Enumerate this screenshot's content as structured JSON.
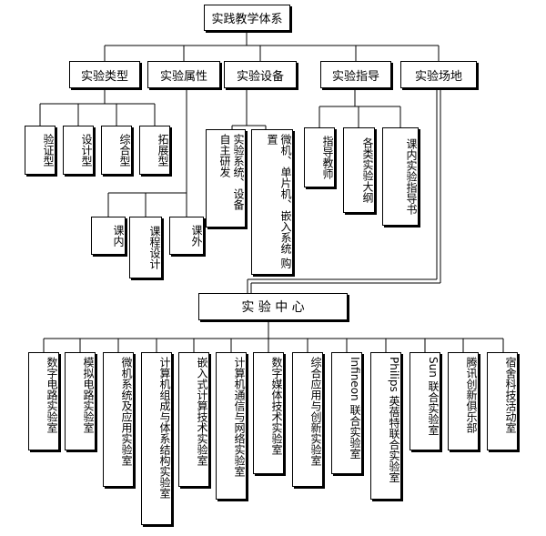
{
  "root": "实践教学体系",
  "categories": [
    "实验类型",
    "实验属性",
    "实验设备",
    "实验指导",
    "实验场地"
  ],
  "types": [
    "验证型",
    "设计型",
    "综合型",
    "拓展型"
  ],
  "attributes": [
    "课内",
    "课程设计",
    "课外"
  ],
  "equipment": [
    "实验系统、设备 自主研发",
    "微机、单片机、嵌入系统 购置"
  ],
  "guidance": [
    "指导教师",
    "各类实验大纲",
    "课内实验指导书"
  ],
  "center": "实 验 中 心",
  "labs": [
    "数字电路实验室",
    "模拟电路实验室",
    "微机系统及应用实验室",
    "计算机组成与体系结构实验室",
    "嵌入式计算技术实验室",
    "计算机通信与网络实验室",
    "数字媒体技术实验室",
    "综合应用与创新实验室",
    "Infineon 联合实验室",
    "Philips 英蓓特联合实验室",
    "Sun 联合实验室",
    "腾讯创新俱乐部",
    "宿舍科技活动室"
  ]
}
